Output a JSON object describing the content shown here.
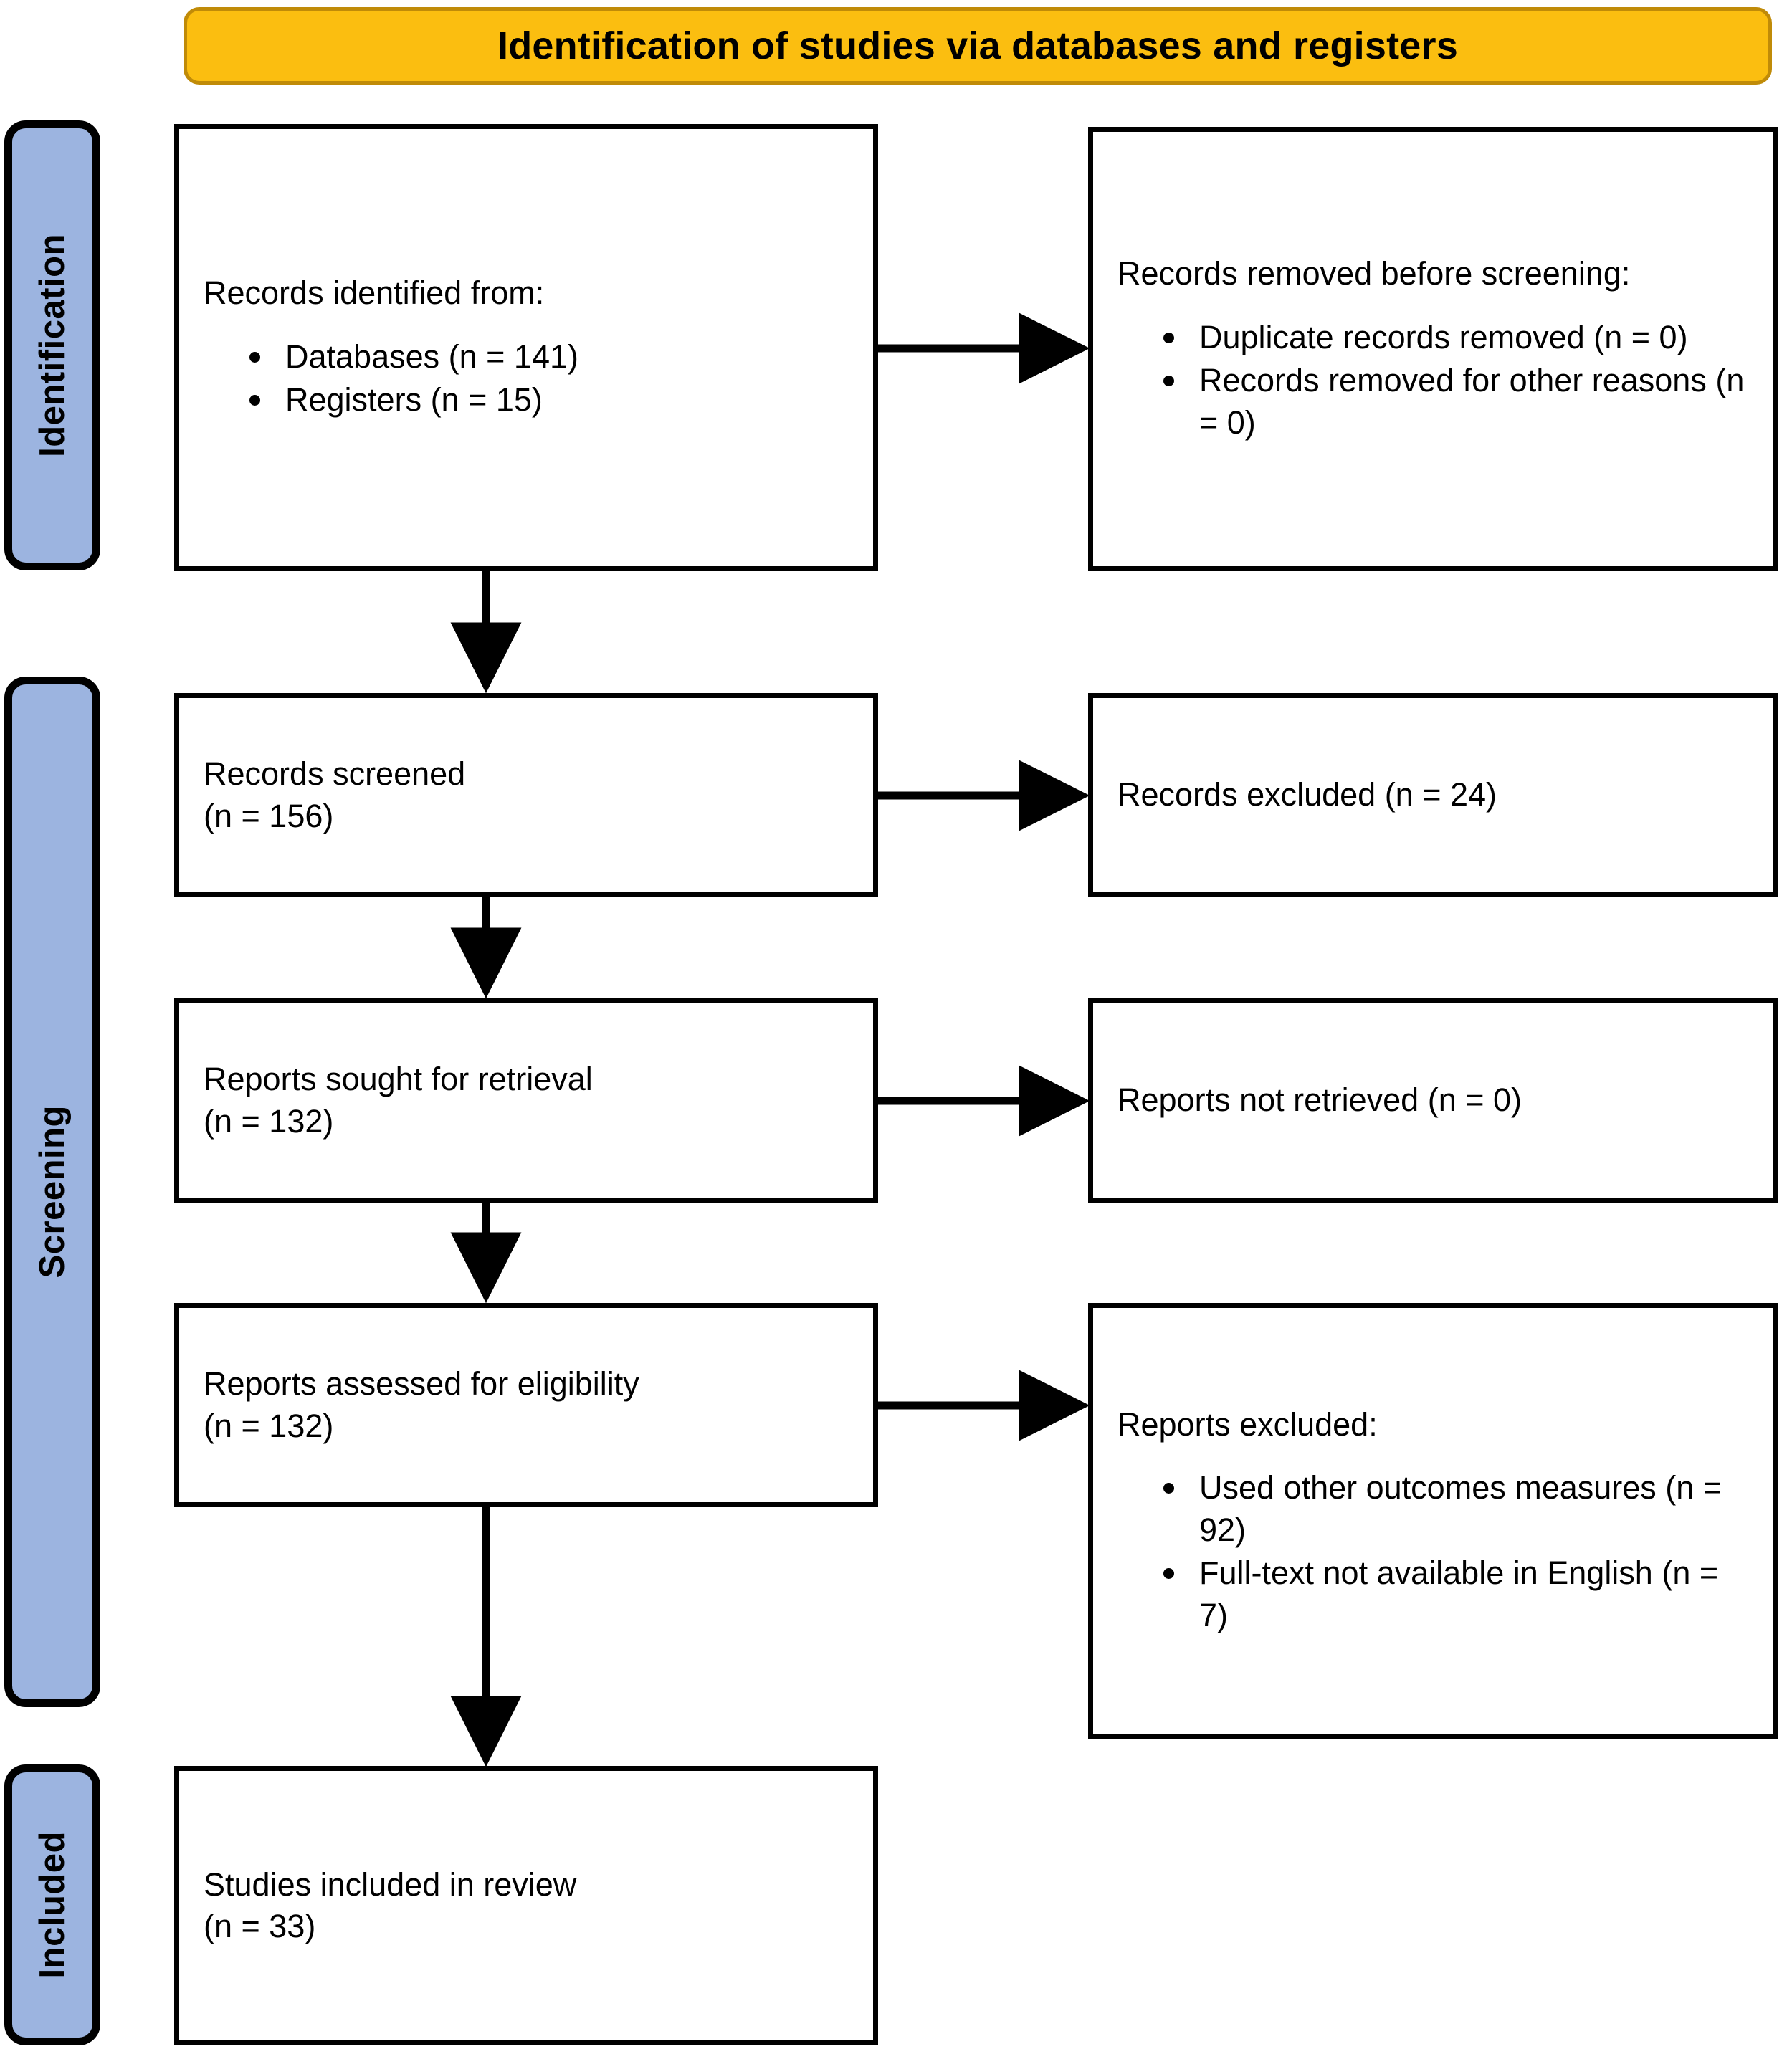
{
  "banner": {
    "title": "Identification of studies via databases and registers",
    "bg_color": "#FBBE10",
    "border_color": "#C08B08"
  },
  "stages": {
    "tab_color": "#9CB4E0",
    "identification": "Identification",
    "screening": "Screening",
    "included": "Included"
  },
  "boxes": {
    "identified": {
      "heading": "Records identified from:",
      "items": [
        "Databases (n = 141)",
        "Registers (n = 15)"
      ]
    },
    "removed_before_screening": {
      "heading_plain": "Records removed ",
      "heading_italic": "before screening",
      "heading_tail": ":",
      "items": [
        "Duplicate records removed (n = 0)",
        "Records removed for other reasons (n = 0)"
      ]
    },
    "screened": {
      "line1": "Records screened",
      "line2": "(n = 156)"
    },
    "records_excluded": {
      "line1": "Records excluded (n = 24)"
    },
    "sought": {
      "line1": "Reports sought for retrieval",
      "line2": "(n = 132)"
    },
    "not_retrieved": {
      "line1": "Reports not retrieved (n = 0)"
    },
    "assessed": {
      "line1": "Reports assessed for eligibility",
      "line2": "(n = 132)"
    },
    "reports_excluded": {
      "heading": "Reports excluded:",
      "items": [
        "Used other outcomes measures (n = 92)",
        "Full-text not available in English (n = 7)"
      ]
    },
    "included": {
      "line1": "Studies included in review",
      "line2": "(n = 33)"
    }
  },
  "chart_data": {
    "type": "diagram",
    "title": "Identification of studies via databases and registers",
    "diagram_kind": "PRISMA 2020 flow diagram",
    "stages": [
      "Identification",
      "Screening",
      "Included"
    ],
    "nodes": [
      {
        "id": "identified",
        "stage": "Identification",
        "label": "Records identified from:",
        "counts": {
          "Databases": 141,
          "Registers": 15
        }
      },
      {
        "id": "removed_before",
        "stage": "Identification",
        "label": "Records removed before screening:",
        "counts": {
          "Duplicate records removed": 0,
          "Records removed for other reasons": 0
        }
      },
      {
        "id": "screened",
        "stage": "Screening",
        "label": "Records screened",
        "n": 156
      },
      {
        "id": "records_excluded",
        "stage": "Screening",
        "label": "Records excluded",
        "n": 24
      },
      {
        "id": "sought",
        "stage": "Screening",
        "label": "Reports sought for retrieval",
        "n": 132
      },
      {
        "id": "not_retrieved",
        "stage": "Screening",
        "label": "Reports not retrieved",
        "n": 0
      },
      {
        "id": "assessed",
        "stage": "Screening",
        "label": "Reports assessed for eligibility",
        "n": 132
      },
      {
        "id": "reports_excluded",
        "stage": "Screening",
        "label": "Reports excluded:",
        "counts": {
          "Used other outcomes measures": 92,
          "Full-text not available in English": 7
        }
      },
      {
        "id": "included",
        "stage": "Included",
        "label": "Studies included in review",
        "n": 33
      }
    ],
    "edges": [
      {
        "from": "identified",
        "to": "removed_before",
        "direction": "right"
      },
      {
        "from": "identified",
        "to": "screened",
        "direction": "down"
      },
      {
        "from": "screened",
        "to": "records_excluded",
        "direction": "right"
      },
      {
        "from": "screened",
        "to": "sought",
        "direction": "down"
      },
      {
        "from": "sought",
        "to": "not_retrieved",
        "direction": "right"
      },
      {
        "from": "sought",
        "to": "assessed",
        "direction": "down"
      },
      {
        "from": "assessed",
        "to": "reports_excluded",
        "direction": "right"
      },
      {
        "from": "assessed",
        "to": "included",
        "direction": "down"
      }
    ]
  }
}
